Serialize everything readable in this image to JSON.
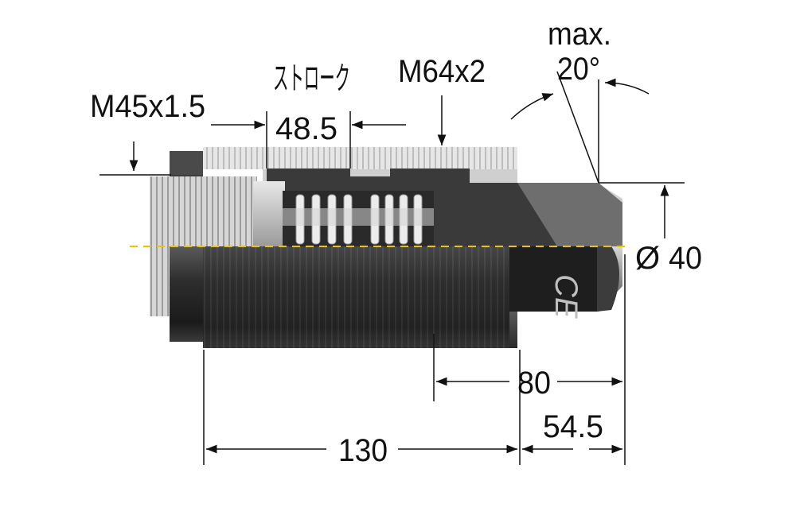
{
  "labels": {
    "thread_small": "M45x1.5",
    "stroke_label": "ストローク",
    "stroke_value": "48.5",
    "thread_large": "M64x2",
    "angle_prefix": "max.",
    "angle_value": "20°",
    "diameter_symbol": "Ø",
    "diameter_value": "40",
    "length_80": "80",
    "length_54_5": "54.5",
    "length_130": "130",
    "ce_mark": "CE"
  },
  "colors": {
    "line": "#111111",
    "centerline": "#e6c800",
    "body_dark": "#2b2b2b",
    "body_light": "#d9d9d9",
    "body_mid": "#8f8f8f"
  }
}
